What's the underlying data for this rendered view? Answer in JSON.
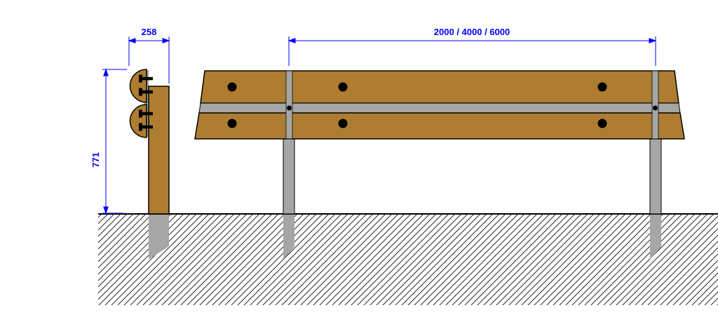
{
  "drawing": {
    "dimensions": {
      "width": "258",
      "height": "771",
      "spacing": "2000 / 4000 / 6000"
    },
    "colors": {
      "wood": "#ae7d31",
      "steel": "#a6a6a6",
      "dimension": "#0000ff",
      "outline": "#000000",
      "bolt": "#000000"
    }
  }
}
